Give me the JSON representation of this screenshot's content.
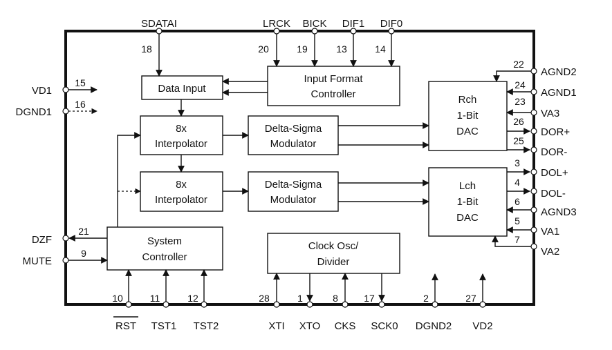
{
  "blocks": {
    "data_input": "Data Input",
    "ifc_1": "Input Format",
    "ifc_2": "Controller",
    "interp_top_1": "8x",
    "interp_top_2": "Interpolator",
    "interp_bot_1": "8x",
    "interp_bot_2": "Interpolator",
    "dsm_top_1": "Delta-Sigma",
    "dsm_top_2": "Modulator",
    "dsm_bot_1": "Delta-Sigma",
    "dsm_bot_2": "Modulator",
    "rch_1": "Rch",
    "rch_2": "1-Bit",
    "rch_3": "DAC",
    "lch_1": "Lch",
    "lch_2": "1-Bit",
    "lch_3": "DAC",
    "sys_1": "System",
    "sys_2": "Controller",
    "clk_1": "Clock Osc/",
    "clk_2": "Divider"
  },
  "pins": {
    "sdatai": "SDATAI",
    "n18": "18",
    "lrck": "LRCK",
    "n20": "20",
    "bick": "BICK",
    "n19": "19",
    "dif1": "DIF1",
    "n13": "13",
    "dif0": "DIF0",
    "n14": "14",
    "vd1": "VD1",
    "n15": "15",
    "dgnd1": "DGND1",
    "n16": "16",
    "dzf": "DZF",
    "n21": "21",
    "mute": "MUTE",
    "n9": "9",
    "agnd2": "AGND2",
    "n22": "22",
    "agnd1": "AGND1",
    "n24": "24",
    "va3": "VA3",
    "n23": "23",
    "dorp": "DOR+",
    "n26": "26",
    "dorm": "DOR-",
    "n25": "25",
    "dolp": "DOL+",
    "n3": "3",
    "dolm": "DOL-",
    "n4": "4",
    "agnd3": "AGND3",
    "n6": "6",
    "va1": "VA1",
    "n5": "5",
    "va2": "VA2",
    "n7": "7",
    "rst": "RST",
    "n10": "10",
    "tst1": "TST1",
    "n11": "11",
    "tst2": "TST2",
    "n12": "12",
    "xti": "XTI",
    "n28": "28",
    "xto": "XTO",
    "n1": "1",
    "cks": "CKS",
    "n8": "8",
    "sck0": "SCK0",
    "n17": "17",
    "dgnd2": "DGND2",
    "n2": "2",
    "vd2": "VD2",
    "n27": "27"
  }
}
